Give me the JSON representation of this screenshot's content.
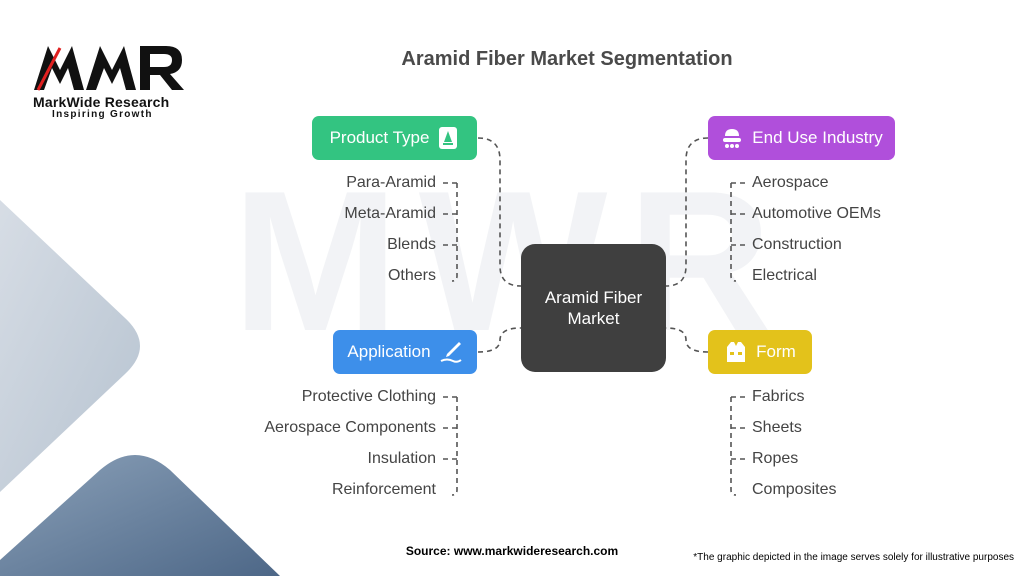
{
  "brand": {
    "logo_text": "MWR",
    "name": "MarkWide Research",
    "tagline": "Inspiring Growth"
  },
  "title": "Aramid Fiber Market Segmentation",
  "center_label_line1": "Aramid Fiber",
  "center_label_line2": "Market",
  "segments": {
    "product_type": {
      "label": "Product Type",
      "icon": "bottle-icon",
      "color": "#33c481",
      "items": [
        "Para-Aramid",
        "Meta-Aramid",
        "Blends",
        "Others"
      ]
    },
    "end_use": {
      "label": "End Use Industry",
      "icon": "factory-icon",
      "color": "#b04fdb",
      "items": [
        "Aerospace",
        "Automotive OEMs",
        "Construction",
        "Electrical"
      ]
    },
    "application": {
      "label": "Application",
      "icon": "pen-icon",
      "color": "#3d8fea",
      "items": [
        "Protective Clothing",
        "Aerospace Components",
        "Insulation",
        "Reinforcement"
      ]
    },
    "form": {
      "label": "Form",
      "icon": "vest-icon",
      "color": "#e3c21b",
      "items": [
        "Fabrics",
        "Sheets",
        "Ropes",
        "Composites"
      ]
    }
  },
  "footer": {
    "source": "Source: www.markwideresearch.com",
    "disclaimer": "*The graphic depicted in the image serves solely for illustrative purposes"
  }
}
